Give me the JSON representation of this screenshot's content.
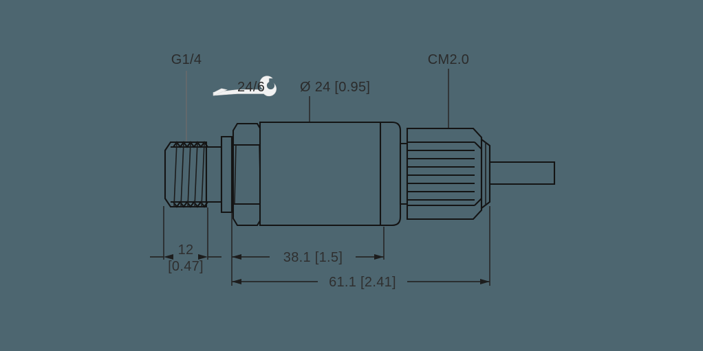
{
  "drawing": {
    "background_color": "#4d6670",
    "line_color": "#141414",
    "text_color": "#2f2f2f",
    "leader_color": "#6a6a6a",
    "wrench_icon_color": "#f2f2f2",
    "title": "Pressure sensor dimensional drawing"
  },
  "labels": {
    "process_connection": "G1/4",
    "wrench_size": "24/6",
    "diameter": "Ø 24 [0.95]",
    "electrical_connection": "CM2.0"
  },
  "dimensions": {
    "thread_length": {
      "value": "12",
      "inch": "[0.47]"
    },
    "body_length": {
      "value": "38.1 [1.5]"
    },
    "overall_length": {
      "value": "61.1 [2.41]"
    }
  },
  "icons": {
    "wrench": "wrench-icon"
  }
}
